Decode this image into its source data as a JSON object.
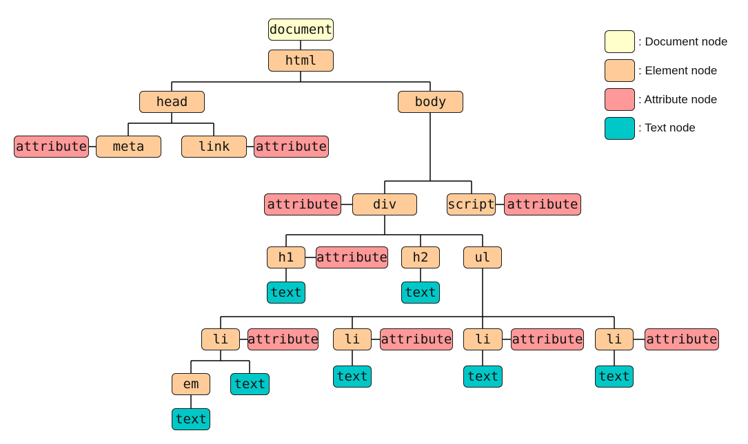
{
  "colors": {
    "document": "#FFFFCC",
    "element": "#FFCC99",
    "attribute": "#FF9999",
    "text": "#00C8C8",
    "line": "#000000"
  },
  "nodes": {
    "document": {
      "label": "document",
      "type": "document"
    },
    "html": {
      "label": "html",
      "type": "element"
    },
    "head": {
      "label": "head",
      "type": "element"
    },
    "body": {
      "label": "body",
      "type": "element"
    },
    "head_attr": {
      "label": "attribute",
      "type": "attribute"
    },
    "meta": {
      "label": "meta",
      "type": "element"
    },
    "link": {
      "label": "link",
      "type": "element"
    },
    "link_attr": {
      "label": "attribute",
      "type": "attribute"
    },
    "div_attr": {
      "label": "attribute",
      "type": "attribute"
    },
    "div": {
      "label": "div",
      "type": "element"
    },
    "script": {
      "label": "script",
      "type": "element"
    },
    "script_attr": {
      "label": "attribute",
      "type": "attribute"
    },
    "h1": {
      "label": "h1",
      "type": "element"
    },
    "h1_attr": {
      "label": "attribute",
      "type": "attribute"
    },
    "h2": {
      "label": "h2",
      "type": "element"
    },
    "ul": {
      "label": "ul",
      "type": "element"
    },
    "h1_text": {
      "label": "text",
      "type": "text"
    },
    "h2_text": {
      "label": "text",
      "type": "text"
    },
    "li1": {
      "label": "li",
      "type": "element"
    },
    "li1_attr": {
      "label": "attribute",
      "type": "attribute"
    },
    "li2": {
      "label": "li",
      "type": "element"
    },
    "li2_attr": {
      "label": "attribute",
      "type": "attribute"
    },
    "li3": {
      "label": "li",
      "type": "element"
    },
    "li3_attr": {
      "label": "attribute",
      "type": "attribute"
    },
    "li4": {
      "label": "li",
      "type": "element"
    },
    "li4_attr": {
      "label": "attribute",
      "type": "attribute"
    },
    "em": {
      "label": "em",
      "type": "element"
    },
    "li1_text": {
      "label": "text",
      "type": "text"
    },
    "li2_text": {
      "label": "text",
      "type": "text"
    },
    "li3_text": {
      "label": "text",
      "type": "text"
    },
    "li4_text": {
      "label": "text",
      "type": "text"
    },
    "em_text": {
      "label": "text",
      "type": "text"
    }
  },
  "legend": [
    {
      "label": ": Document node",
      "type": "document"
    },
    {
      "label": ": Element node",
      "type": "element"
    },
    {
      "label": ": Attribute node",
      "type": "attribute"
    },
    {
      "label": ": Text node",
      "type": "text"
    }
  ]
}
